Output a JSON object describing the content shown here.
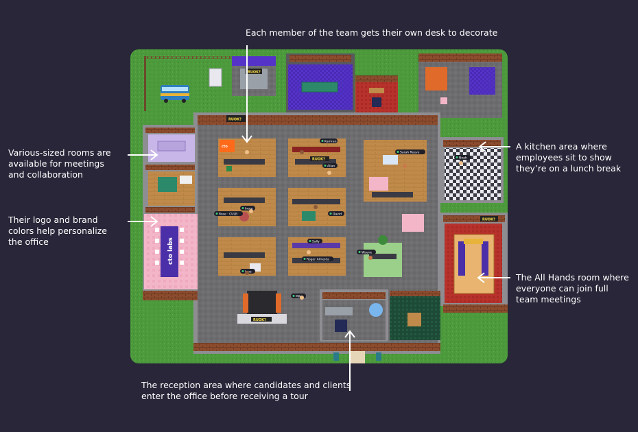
{
  "annotations": {
    "desk": "Each member of the team gets their own desk to decorate",
    "rooms": "Various-sized rooms are available for meetings and collaboration",
    "logo": "Their logo and brand colors help personalize the office",
    "kitchen": "A kitchen area where employees sit to show they’re on a lunch break",
    "allhands": "The All Hands room where everyone can join full team meetings",
    "reception": "The reception area where candidates and clients enter the office before receiving a tour"
  },
  "map_labels": {
    "sign_main": "RUOK?",
    "sign_top": "RUOK?",
    "sign_right": "RUOK?",
    "sign_bottom": "RUOK?",
    "sign_mid": "RUOK?",
    "logo_text": "cto labs",
    "wall_logo": "cto"
  },
  "avatars": {
    "kamran": "Kamran",
    "allan": "Allan",
    "sarah": "Sarah Reeve",
    "irene": "Irene",
    "rose": "Rose · CULB",
    "david": "David",
    "sally": "Sally",
    "roger": "Roger Almeida",
    "wayne": "Wayne",
    "jane": "Jane",
    "mike": "Mike",
    "noah": "Noah"
  },
  "colors": {
    "background": "#282638",
    "grass": "#4c9a3c",
    "floor": "#6f6e70",
    "wall": "#8a4a2c",
    "brand_pink": "#f3b6c8",
    "brand_purple": "#4b2fa8",
    "carpet_purple": "#5533c9",
    "carpet_red": "#b8322c",
    "wood": "#c08a4a"
  }
}
